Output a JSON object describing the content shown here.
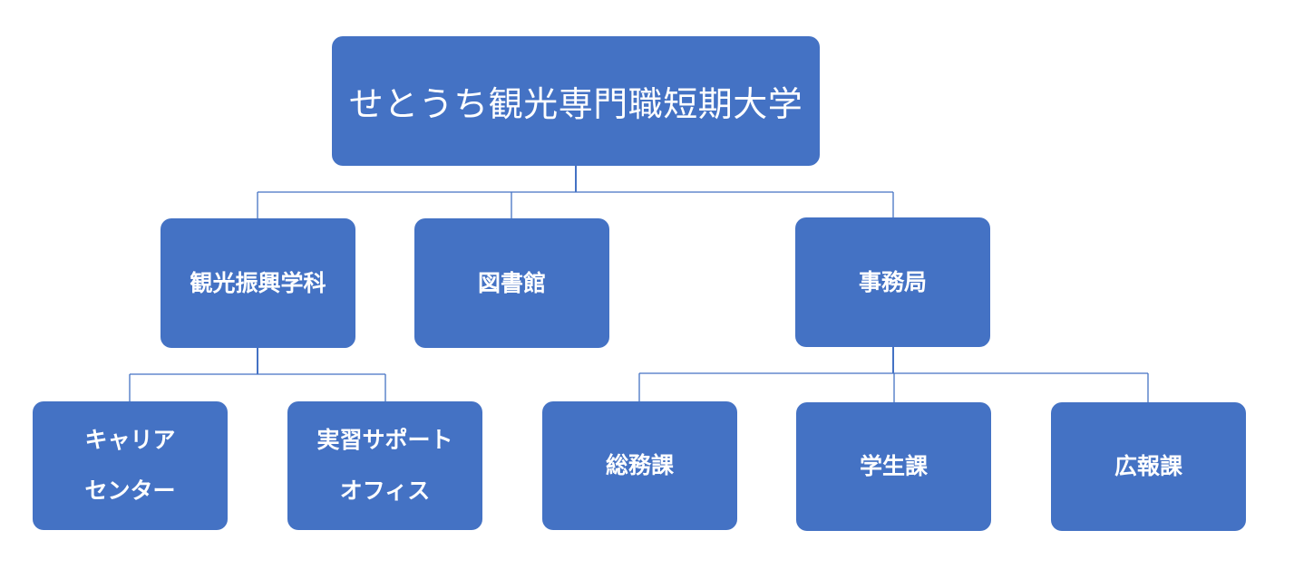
{
  "colors": {
    "box": "#4472C4",
    "text": "#FFFFFF",
    "connector": "#4472C4",
    "background": "#FFFFFF"
  },
  "root": {
    "label_lines": [
      "せとうち観光専門職短期大学"
    ]
  },
  "departments": [
    {
      "label_lines": [
        "観光振興学科"
      ],
      "children": [
        {
          "label_lines": [
            "キャリア",
            "センター"
          ]
        },
        {
          "label_lines": [
            "実習サポート",
            "オフィス"
          ]
        }
      ]
    },
    {
      "label_lines": [
        "図書館"
      ],
      "children": []
    },
    {
      "label_lines": [
        "事務局"
      ],
      "children": [
        {
          "label_lines": [
            "総務課"
          ]
        },
        {
          "label_lines": [
            "学生課"
          ]
        },
        {
          "label_lines": [
            "広報課"
          ]
        }
      ]
    }
  ]
}
